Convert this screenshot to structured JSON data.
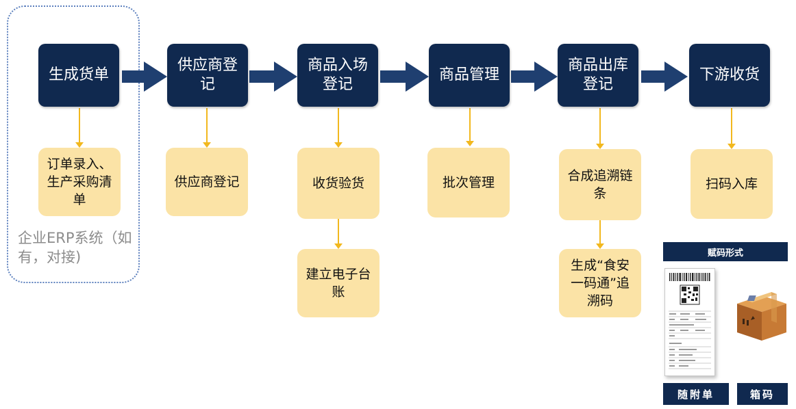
{
  "erp": {
    "label": "企业ERP系统（如有，对接)"
  },
  "stages": [
    {
      "id": "stage-1",
      "label": "生成货单"
    },
    {
      "id": "stage-2",
      "label": "供应商登记"
    },
    {
      "id": "stage-3",
      "label": "商品入场登记"
    },
    {
      "id": "stage-4",
      "label": "商品管理"
    },
    {
      "id": "stage-5",
      "label": "商品出库登记"
    },
    {
      "id": "stage-6",
      "label": "下游收货"
    }
  ],
  "steps": [
    {
      "stage": 1,
      "label": "订单录入、生产采购清单"
    },
    {
      "stage": 2,
      "label": "供应商登记"
    },
    {
      "stage": 3,
      "label": "收货验货"
    },
    {
      "stage": 3,
      "label": "建立电子台账"
    },
    {
      "stage": 4,
      "label": "批次管理"
    },
    {
      "stage": 5,
      "label": "合成追溯链条"
    },
    {
      "stage": 5,
      "label": "生成“食安一码通”追溯码"
    },
    {
      "stage": 6,
      "label": "扫码入库"
    }
  ],
  "code_formats": {
    "title": "赋码形式",
    "doc_label": "随附单",
    "box_label": "箱码"
  },
  "colors": {
    "stage_fill": "#10294f",
    "step_fill": "#fbe3a6",
    "flow_arrow": "#1f3f70",
    "connector": "#f2b81e",
    "erp_border": "#5b7fbd"
  }
}
